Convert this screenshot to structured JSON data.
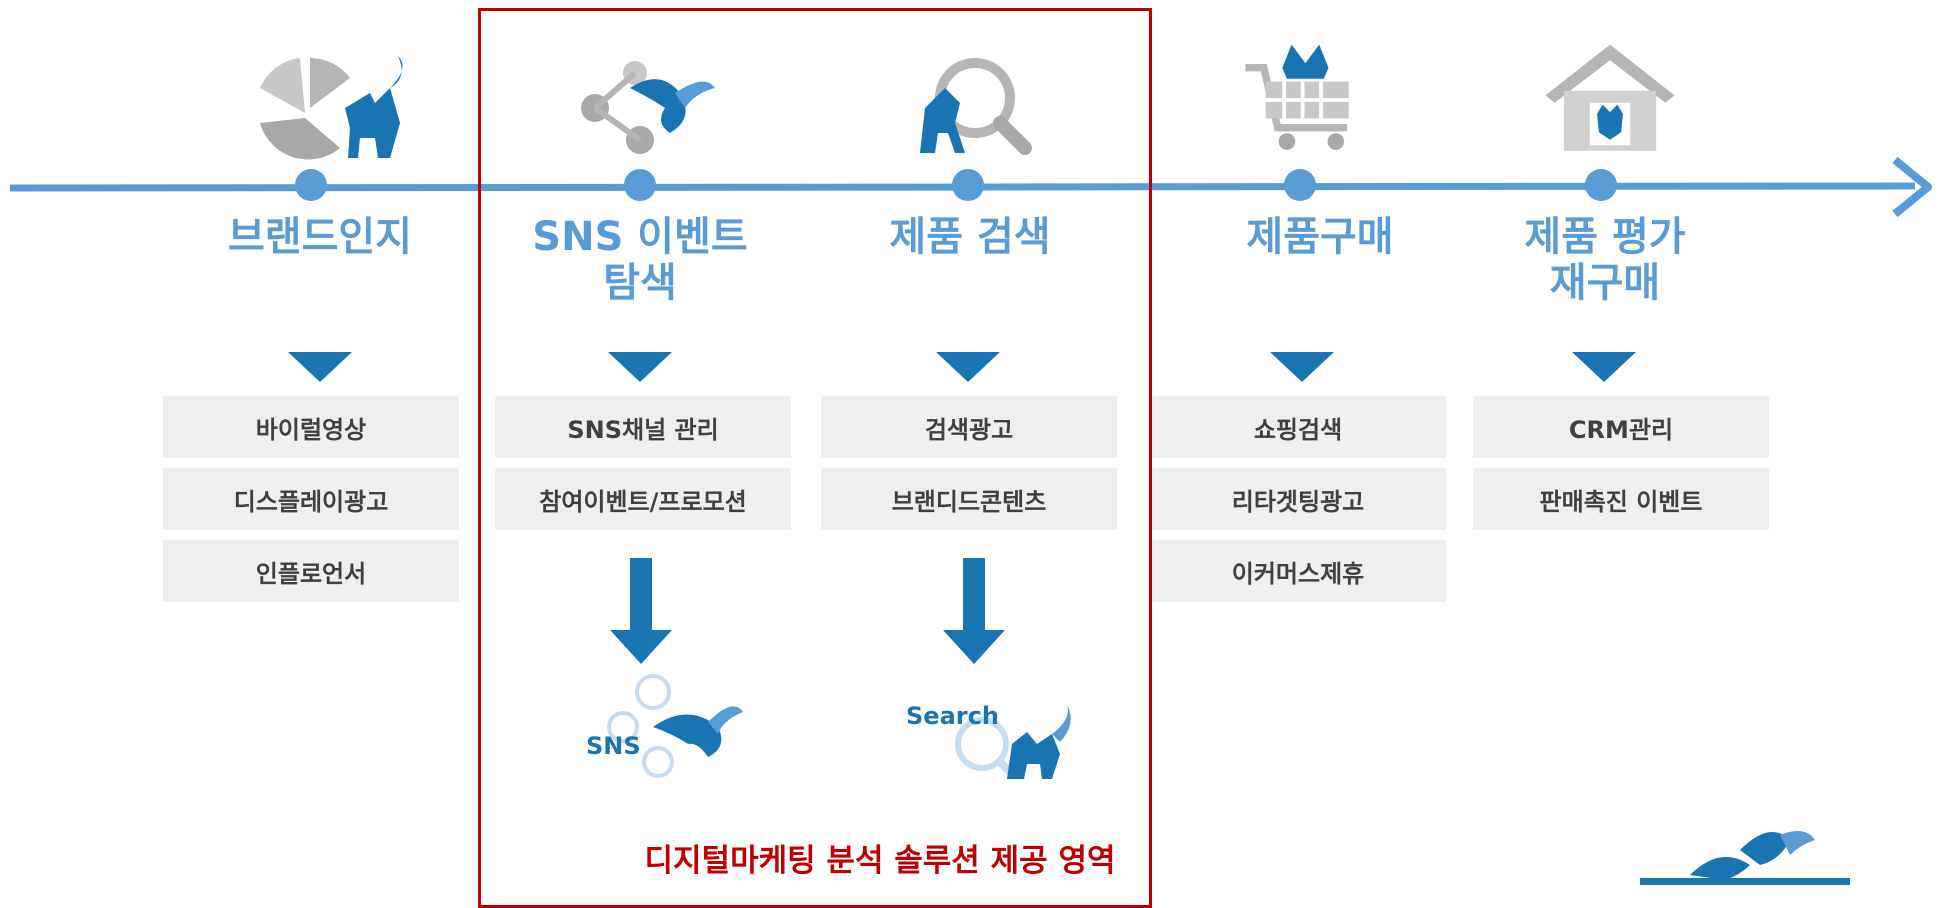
{
  "stages": [
    {
      "title": "브랜드인지",
      "icon": "pie-chart-fox-icon",
      "items": [
        "바이럴영상",
        "디스플레이광고",
        "인플로언서"
      ]
    },
    {
      "title": "SNS 이벤트\n탐색",
      "icon": "share-fox-icon",
      "items": [
        "SNS채널 관리",
        "참여이벤트/프로모션"
      ]
    },
    {
      "title": "제품 검색",
      "icon": "magnifier-fox-icon",
      "items": [
        "검색광고",
        "브랜디드콘텐츠"
      ]
    },
    {
      "title": "제품구매",
      "icon": "shopping-cart-fox-icon",
      "items": [
        "쇼핑검색",
        "리타겟팅광고",
        "이커머스제휴"
      ]
    },
    {
      "title": "제품 평가\n재구매",
      "icon": "house-fox-icon",
      "items": [
        "CRM관리",
        "판매촉진 이벤트"
      ]
    }
  ],
  "solutions": [
    {
      "label": "SNS",
      "icon": "sns-fox-logo-icon"
    },
    {
      "label": "Search",
      "icon": "search-fox-logo-icon"
    }
  ],
  "highlight": {
    "caption": "디지털마케팅 분석 솔루션 제공 영역"
  },
  "colors": {
    "timeline": "#5b9bd5",
    "accent": "#1a74b2",
    "frame": "#c00000",
    "icon_gray": "#b5b5b5"
  }
}
